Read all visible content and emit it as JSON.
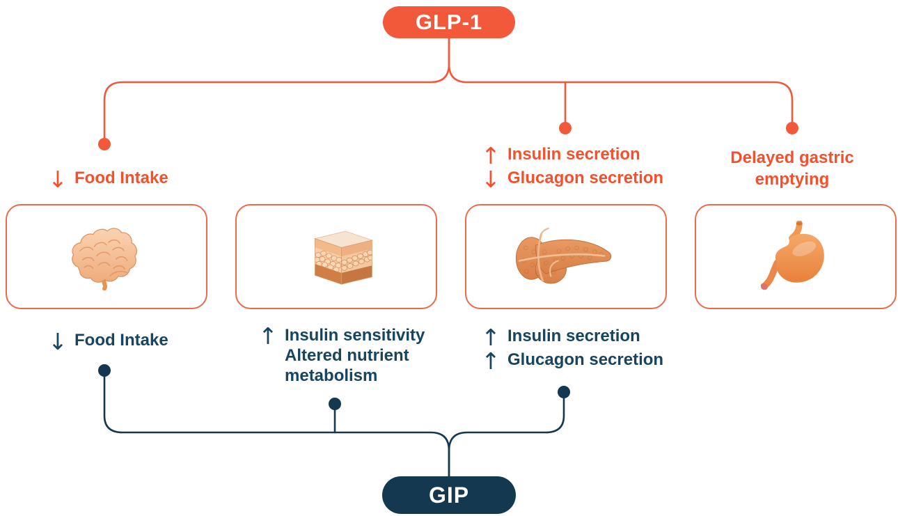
{
  "colors": {
    "orange": "#F2593B",
    "orange_text": "#F3502E",
    "navy": "#14384F",
    "navy_text": "#17455F",
    "box_border": "#EE694B",
    "box_bg": "#FFFFFF",
    "bg": "#FFFFFF",
    "pill_text": "#FFFFFF"
  },
  "glp1": {
    "label": "GLP-1",
    "effects": {
      "brain": [
        {
          "arrow": "↓",
          "text": "Food Intake"
        }
      ],
      "pancreas": [
        {
          "arrow": "↑",
          "text": "Insulin secretion"
        },
        {
          "arrow": "↓",
          "text": "Glucagon secretion"
        }
      ],
      "stomach": [
        {
          "text": "Delayed gastric"
        },
        {
          "text": "emptying"
        }
      ]
    }
  },
  "gip": {
    "label": "GIP",
    "effects": {
      "brain": [
        {
          "arrow": "↓",
          "text": "Food Intake"
        }
      ],
      "adipose": [
        {
          "arrow": "↑",
          "text": "Insulin sensitivity"
        },
        {
          "arrow": "",
          "text": "Altered nutrient"
        },
        {
          "arrow": "",
          "text": "metabolism"
        }
      ],
      "pancreas": [
        {
          "arrow": "↑",
          "text": "Insulin secretion"
        },
        {
          "arrow": "↑",
          "text": "Glucagon secretion"
        }
      ]
    }
  },
  "organs": [
    {
      "icon": "brain-icon"
    },
    {
      "icon": "adipose-tissue-icon"
    },
    {
      "icon": "pancreas-icon"
    },
    {
      "icon": "stomach-icon"
    }
  ]
}
